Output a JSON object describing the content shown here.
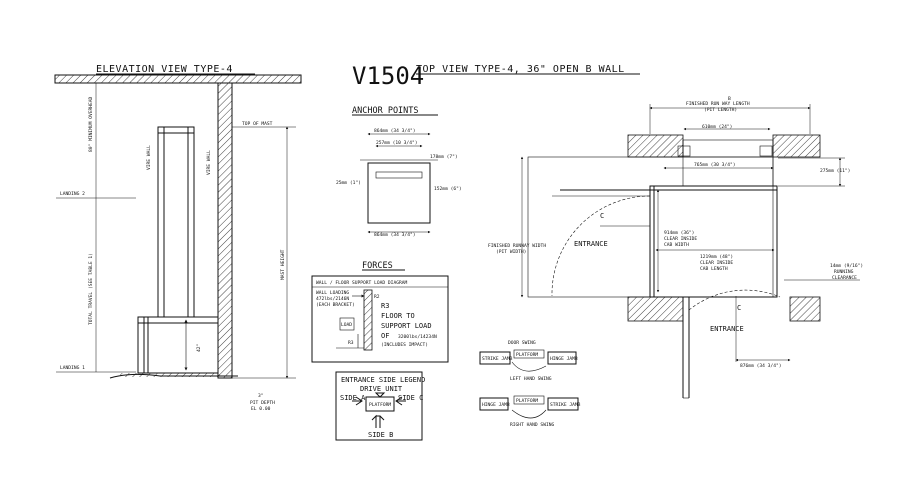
{
  "drawing_id": "V1504",
  "elevation": {
    "title": "ELEVATION VIEW   TYPE-4",
    "vire_wall": "VIRE WALL",
    "overhead": "80\" MINIMUM OVERHEAD",
    "landing_2": "LANDING 2",
    "landing_1": "LANDING 1",
    "total_travel": "TOTAL TRAVEL (SEE TABLE 1)",
    "top_of_mast": "TOP OF MAST",
    "mast_height": "MAST HEIGHT",
    "platform_height": "42\"",
    "pit_depth_dim": "3\"",
    "pit_depth": "PIT DEPTH",
    "el": "EL 0.00"
  },
  "anchor": {
    "title": "ANCHOR POINTS",
    "d1": "864mm (34 3/4\")",
    "d2": "257mm (10 3/4\")",
    "d3": "178mm (7\")",
    "d4": "25mm (1\")",
    "d5": "152mm (6\")",
    "d6": "864mm (34 3/4\")"
  },
  "forces": {
    "title": "FORCES",
    "box_title": "WALL / FLOOR SUPPORT LOAD DIAGRAM",
    "wall_loading": "WALL LOADING",
    "wall_value": "472lbs/2146N",
    "each_bracket": "(EACH BRACKET)",
    "r2": "R2",
    "r3_big": "R3",
    "floor1": "FLOOR TO",
    "floor2": "SUPPORT LOAD",
    "of": "OF",
    "of_value": "3200lbs/14234N",
    "impact": "(INCLUDES IMPACT)",
    "load": "LOAD",
    "r3_small": "R3"
  },
  "legend": {
    "title": "ENTRANCE SIDE LEGEND",
    "drive_unit": "DRIVE UNIT",
    "side_a": "SIDE A",
    "side_b": "SIDE B",
    "side_c": "SIDE C",
    "platform": "PLATFORM"
  },
  "door": {
    "title": "DOOR SWING",
    "strike_jamb": "STRIKE JAMB",
    "hinge_jamb": "HINGE JAMB",
    "platform": "PLATFORM",
    "left": "LEFT HAND SWING",
    "right": "RIGHT HAND SWING"
  },
  "top": {
    "title": "TOP VIEW    TYPE-4, 36\" OPEN B WALL",
    "b": "B",
    "finished_runway_length": "FINISHED RUN WAY LENGTH",
    "pit_length": "(PIT LENGTH)",
    "d_610": "610mm (24\")",
    "d_275": "275mm (11\")",
    "d_765": "765mm (30 3/4\")",
    "cl": "C",
    "entrance": "ENTRANCE",
    "clear_inside_width_1": "914mm (36\")",
    "clear_inside_width_2": "CLEAR INSIDE",
    "clear_inside_width_3": "CAB WIDTH",
    "clear_inside_length_1": "1219mm (48\")",
    "clear_inside_length_2": "CLEAR INSIDE",
    "clear_inside_length_3": "CAB LENGTH",
    "finished_runway_width_1": "FINISHED RUNWAY WIDTH",
    "finished_runway_width_2": "(PIT WIDTH)",
    "running_1": "14mm (9/16\")",
    "running_2": "RUNNING",
    "running_3": "CLEARANCE",
    "d_876": "876mm (34 3/4\")"
  }
}
